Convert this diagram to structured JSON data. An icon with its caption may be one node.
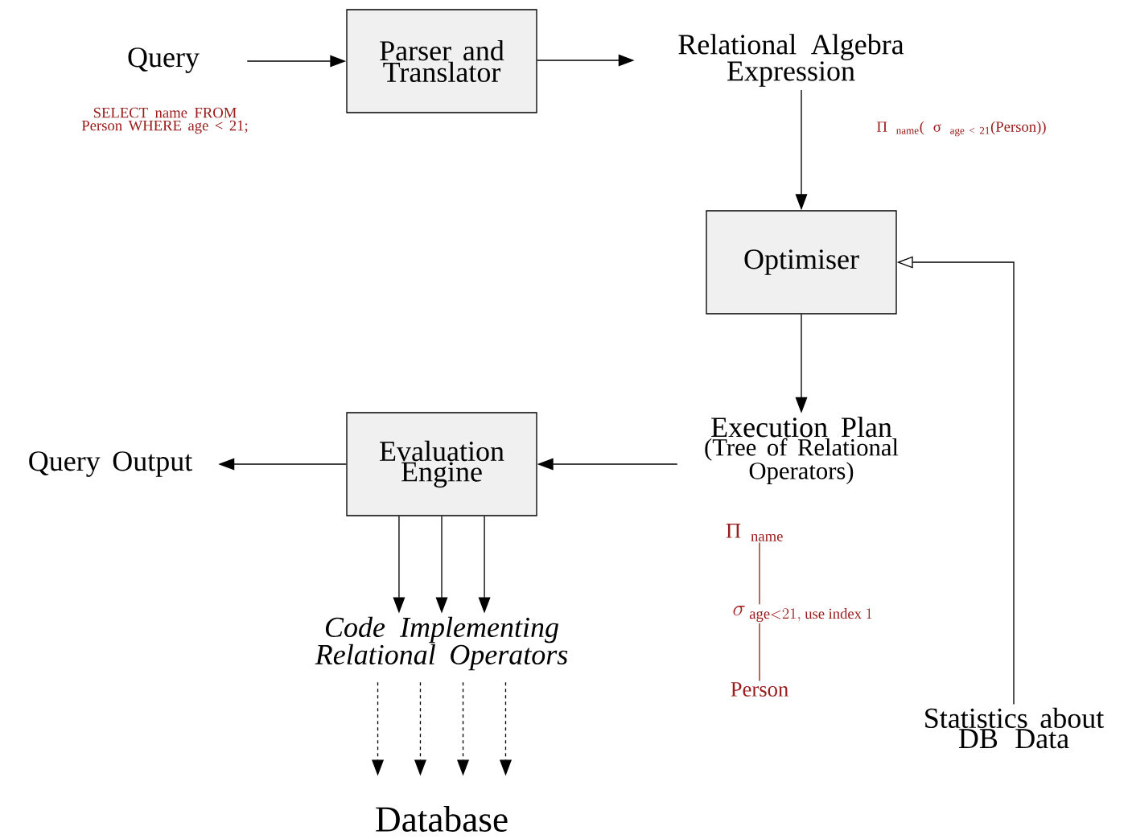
{
  "diagram": {
    "nodes": [
      {
        "text": [
          "Query"
        ],
        "beside": [
          "SELECT name FROM Person WHERE age < 21;"
        ]
      },
      {
        "text": [
          "Parser and Translator"
        ]
      },
      {
        "text": [
          "Relational Algebra Expression"
        ],
        "beside": [
          "Π $_{name}$( σ $_{age < 21}$(Person))"
        ]
      },
      {
        "text": [
          "Optimiser"
        ]
      },
      {
        "text": [
          "Execution Plan",
          "(Tree of Relational Operators)"
        ]
      },
      {
        "text": [
          "Evaluation Engine"
        ]
      },
      {
        "text": [
          "Query Output"
        ]
      },
      {
        "text": [
          "Code Implementing Relational Operators"
        ]
      },
      {
        "text": [
          "Database"
        ]
      },
      {
        "text": [
          "Statistics about DB Data"
        ]
      },
      {
        "text": [
          "Π $_{name}$"
        ]
      },
      {
        "text": [
          "\\sigma_{\\;\\mathrm{age} < 21,\\ \\mathrm{use\\ index}\\ 1}"
        ]
      },
      {
        "text": [
          "Person"
        ]
      }
    ],
    "edges": [
      {
        "from": 0,
        "to": 1,
        "arrow": "to"
      },
      {
        "from": 1,
        "to": 2,
        "arrow": "to"
      },
      {
        "from": 2,
        "to": 3,
        "arrow": "to"
      },
      {
        "from": 3,
        "to": 4,
        "arrow": "to"
      },
      {
        "from": 4,
        "to": 5,
        "arrow": "to"
      },
      {
        "from": 5,
        "to": 6,
        "arrow": "to"
      },
      {
        "from": 5,
        "to": 7,
        "arrow": "to"
      },
      {
        "from": 5,
        "to": 7,
        "arrow": "to"
      },
      {
        "from": 5,
        "to": 7,
        "arrow": "to"
      },
      {
        "from": 7,
        "to": 8,
        "arrow": "to",
        "style": "dashed"
      },
      {
        "from": 7,
        "to": 8,
        "arrow": "to",
        "style": "dashed"
      },
      {
        "from": 7,
        "to": 8,
        "arrow": "to",
        "style": "dashed"
      },
      {
        "from": 7,
        "to": 8,
        "arrow": "to",
        "style": "dashed"
      },
      {
        "from": 9,
        "to": 3,
        "arrow": "to"
      },
      {
        "from": 10,
        "to": 11,
        "arrow": "none",
        "color": "#9b1c1c"
      },
      {
        "from": 11,
        "to": 12,
        "arrow": "none",
        "color": "#9b1c1c"
      }
    ]
  }
}
